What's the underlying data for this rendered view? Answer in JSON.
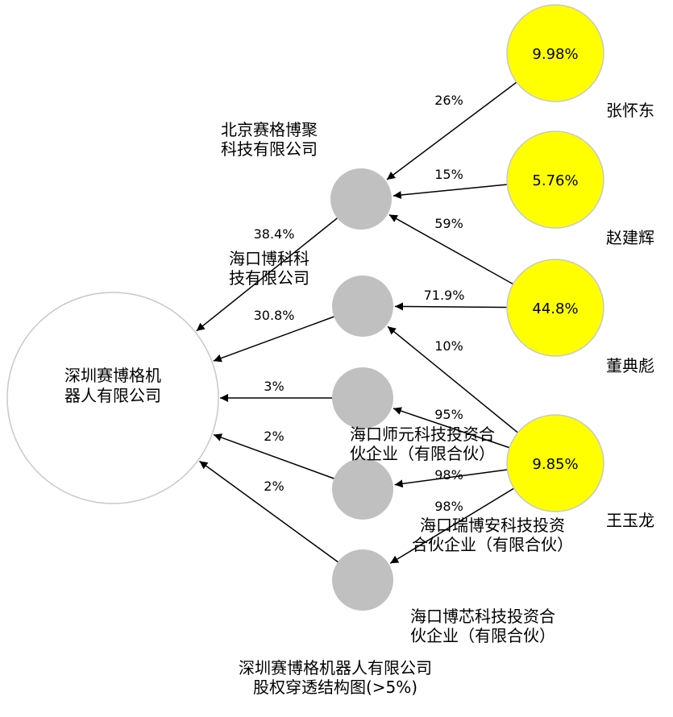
{
  "diagram": {
    "caption": [
      "深圳赛博格机器人有限公司",
      "股权穿透结构图(>5%)"
    ],
    "target": {
      "id": "target",
      "label": [
        "深圳赛博格机",
        "器人有限公司"
      ],
      "color": "#ffffff"
    },
    "companies": [
      {
        "id": "c1",
        "label": [
          "北京赛格博聚",
          "科技有限公司"
        ],
        "color": "#c0c0c0"
      },
      {
        "id": "c2",
        "label": [
          "海口博科科",
          "技有限公司"
        ],
        "color": "#c0c0c0"
      },
      {
        "id": "c3",
        "label": [
          "海口师元科技投资合",
          "伙企业（有限合伙）"
        ],
        "color": "#c0c0c0"
      },
      {
        "id": "c4",
        "label": [
          "海口瑞博安科技投资",
          "合伙企业（有限合伙）"
        ],
        "color": "#c0c0c0"
      },
      {
        "id": "c5",
        "label": [
          "海口博芯科技投资合",
          "伙企业（有限合伙）"
        ],
        "color": "#c0c0c0"
      }
    ],
    "persons": [
      {
        "id": "p1",
        "name": "张怀东",
        "share": "9.98%",
        "color": "#ffff00"
      },
      {
        "id": "p2",
        "name": "赵建辉",
        "share": "5.76%",
        "color": "#ffff00"
      },
      {
        "id": "p3",
        "name": "董典彪",
        "share": "44.8%",
        "color": "#ffff00"
      },
      {
        "id": "p4",
        "name": "王玉龙",
        "share": "9.85%",
        "color": "#ffff00"
      }
    ],
    "edges": [
      {
        "from": "c1",
        "to": "target",
        "label": "38.4%"
      },
      {
        "from": "c2",
        "to": "target",
        "label": "30.8%"
      },
      {
        "from": "c3",
        "to": "target",
        "label": "3%"
      },
      {
        "from": "c4",
        "to": "target",
        "label": "2%"
      },
      {
        "from": "c5",
        "to": "target",
        "label": "2%"
      },
      {
        "from": "p1",
        "to": "c1",
        "label": "26%"
      },
      {
        "from": "p2",
        "to": "c1",
        "label": "15%"
      },
      {
        "from": "p3",
        "to": "c1",
        "label": "59%"
      },
      {
        "from": "p3",
        "to": "c2",
        "label": "71.9%"
      },
      {
        "from": "p4",
        "to": "c2",
        "label": "10%"
      },
      {
        "from": "p4",
        "to": "c3",
        "label": "95%"
      },
      {
        "from": "p4",
        "to": "c4",
        "label": "98%"
      },
      {
        "from": "p4",
        "to": "c5",
        "label": "98%"
      }
    ]
  }
}
